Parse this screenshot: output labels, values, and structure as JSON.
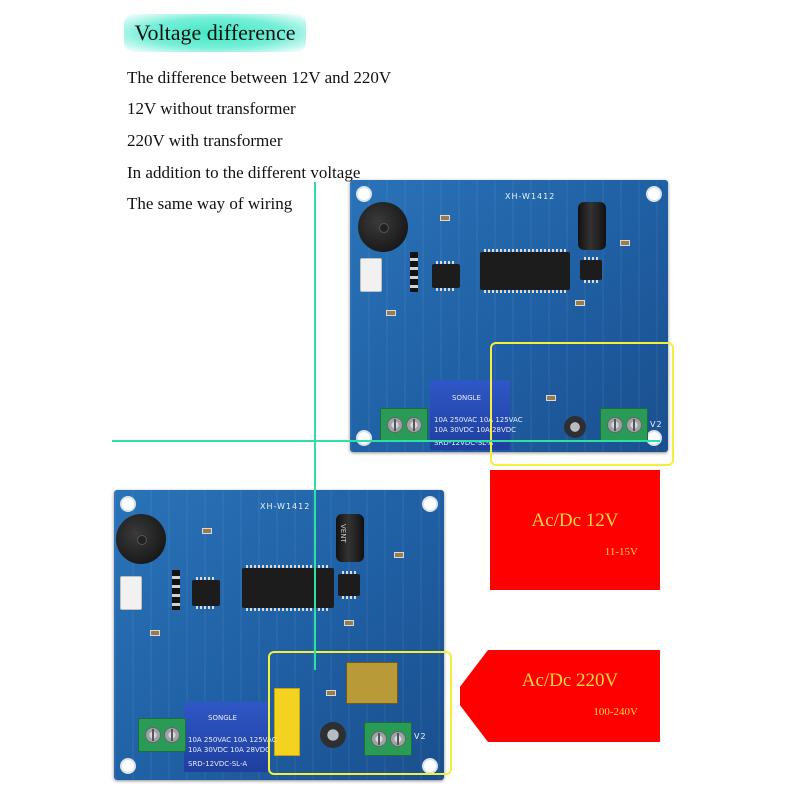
{
  "headline": "Voltage difference",
  "description_lines": [
    "The difference between 12V and 220V",
    "12V without transformer",
    "220V with transformer",
    "In addition to the different voltage",
    "The same way of wiring"
  ],
  "board_top": {
    "model": "XH-W1412",
    "relay_brand": "SONGLE",
    "relay_model": "SRD-12VDC-SL-A",
    "relay_rating_1": "10A 250VAC  10A 125VAC",
    "relay_rating_2": "10A 30VDC  10A 28VDC",
    "label_v2": "V2"
  },
  "board_bottom": {
    "model": "XH-W1412",
    "relay_brand": "SONGLE",
    "relay_model": "SRD-12VDC-SL-A",
    "relay_rating_1": "10A 250VAC  10A 125VAC",
    "relay_rating_2": "10A 30VDC  10A 28VDC",
    "label_v2": "V2",
    "cap_text": "VENT"
  },
  "callout_12v": {
    "main": "Ac/Dc 12V",
    "range": "11-15V"
  },
  "callout_220v": {
    "main": "Ac/Dc 220V",
    "range": "100-240V"
  },
  "colors": {
    "headline_glow": "#36e6be",
    "guide_line": "#2fe0a3",
    "pcb_blue": "#1f5fa3",
    "highlight": "#f3ef3a",
    "callout_bg": "#ff0000",
    "callout_text": "#ffd33d"
  }
}
